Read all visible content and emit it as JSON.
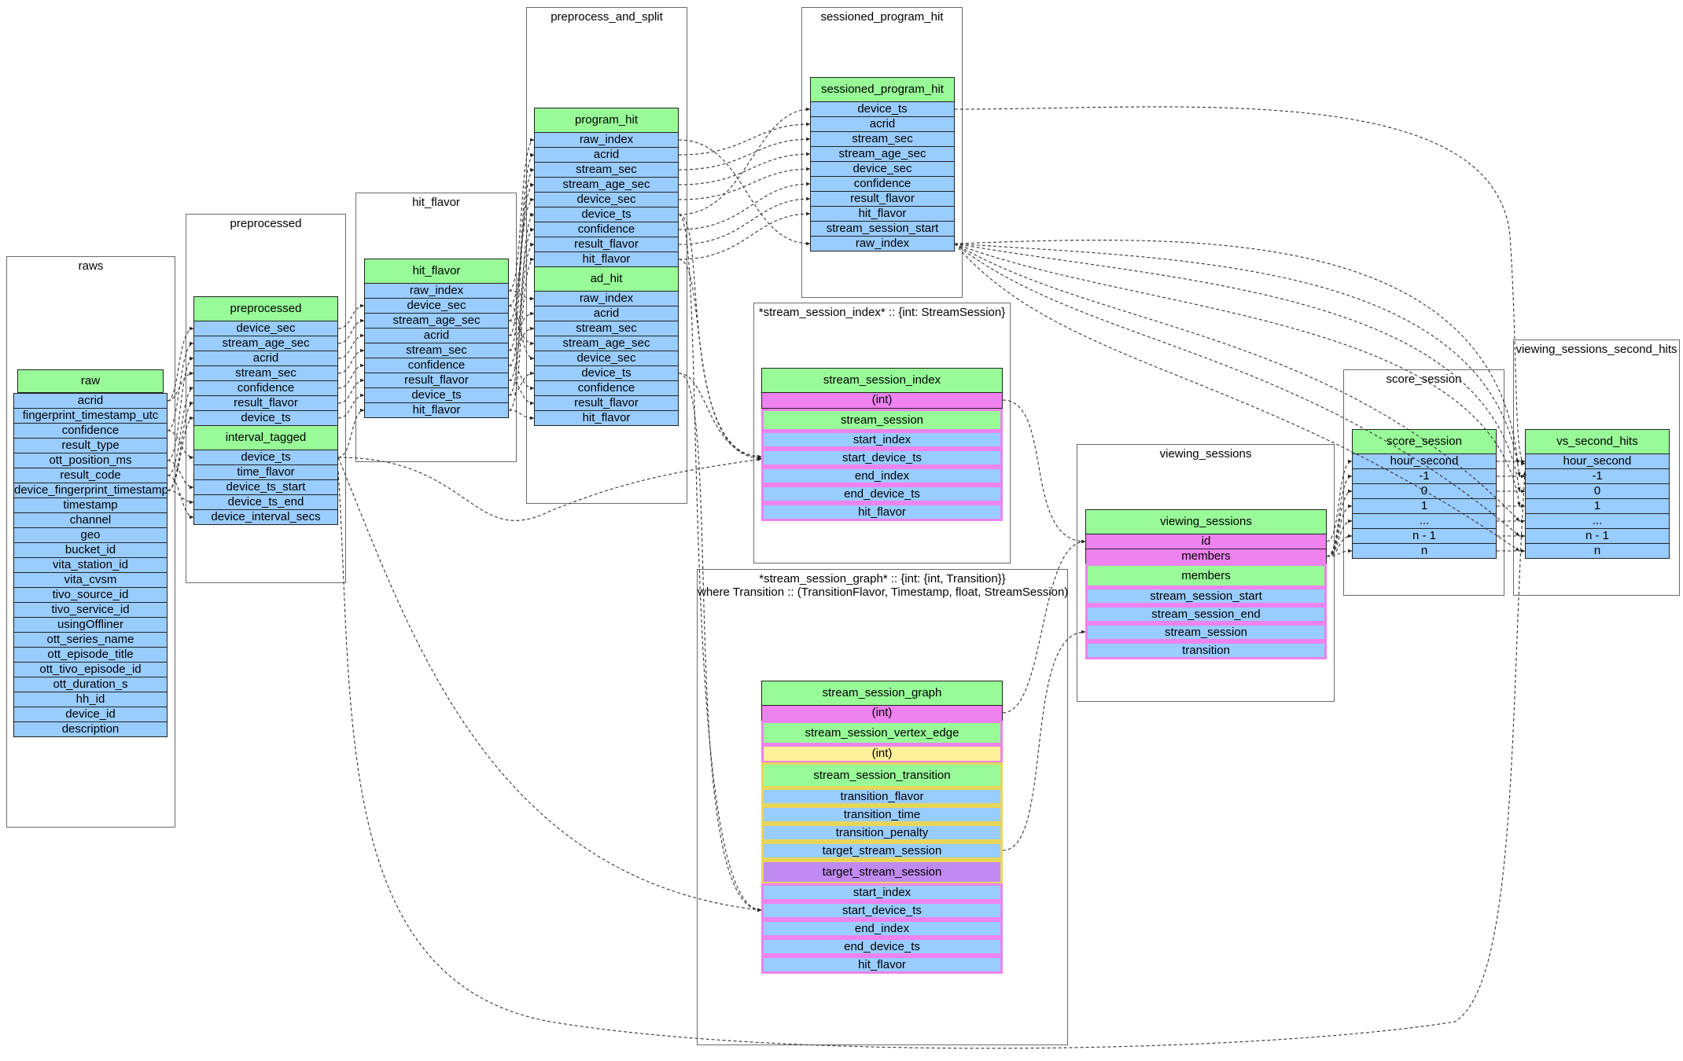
{
  "clusters": {
    "raws": "raws",
    "preprocessed": "preprocessed",
    "hit_flavor": "hit_flavor",
    "preprocess_and_split": "preprocess_and_split",
    "sessioned_program_hit": "sessioned_program_hit",
    "stream_session_index": "*stream_session_index* :: {int: StreamSession}",
    "stream_session_graph": "*stream_session_graph* :: {int: {int, Transition}}\nwhere Transition :: (TransitionFlavor, Timestamp, float, StreamSession)",
    "viewing_sessions": "viewing_sessions",
    "score_session": "score_session",
    "viewing_sessions_second_hits": "viewing_sessions_second_hits"
  },
  "tables": {
    "raw": {
      "title": "raw",
      "fields": [
        "acrid",
        "fingerprint_timestamp_utc",
        "confidence",
        "result_type",
        "ott_position_ms",
        "result_code",
        "device_fingerprint_timestamp",
        "timestamp",
        "channel",
        "geo",
        "bucket_id",
        "vita_station_id",
        "vita_cvsm",
        "tivo_source_id",
        "tivo_service_id",
        "usingOffliner",
        "ott_series_name",
        "ott_episode_title",
        "ott_tivo_episode_id",
        "ott_duration_s",
        "hh_id",
        "device_id",
        "description"
      ]
    },
    "preprocessed": {
      "title": "preprocessed",
      "fields": [
        "device_sec",
        "stream_age_sec",
        "acrid",
        "stream_sec",
        "confidence",
        "result_flavor",
        "device_ts"
      ]
    },
    "interval_tagged": {
      "title": "interval_tagged",
      "fields": [
        "device_ts",
        "time_flavor",
        "device_ts_start",
        "device_ts_end",
        "device_interval_secs"
      ]
    },
    "hit_flavor": {
      "title": "hit_flavor",
      "fields": [
        "raw_index",
        "device_sec",
        "stream_age_sec",
        "acrid",
        "stream_sec",
        "confidence",
        "result_flavor",
        "device_ts",
        "hit_flavor"
      ]
    },
    "program_hit": {
      "title": "program_hit",
      "fields": [
        "raw_index",
        "acrid",
        "stream_sec",
        "stream_age_sec",
        "device_sec",
        "device_ts",
        "confidence",
        "result_flavor",
        "hit_flavor"
      ]
    },
    "ad_hit": {
      "title": "ad_hit",
      "fields": [
        "raw_index",
        "acrid",
        "stream_sec",
        "stream_age_sec",
        "device_sec",
        "device_ts",
        "confidence",
        "result_flavor",
        "hit_flavor"
      ]
    },
    "sessioned_program_hit": {
      "title": "sessioned_program_hit",
      "fields": [
        "device_ts",
        "acrid",
        "stream_sec",
        "stream_age_sec",
        "device_sec",
        "confidence",
        "result_flavor",
        "hit_flavor",
        "stream_session_start",
        "raw_index"
      ]
    },
    "stream_session_index": {
      "title": "stream_session_index",
      "key": "(int)",
      "sub_title": "stream_session",
      "fields": [
        "start_index",
        "start_device_ts",
        "end_index",
        "end_device_ts",
        "hit_flavor"
      ]
    },
    "stream_session_graph": {
      "title": "stream_session_graph",
      "key": "(int)",
      "vertex_edge": "stream_session_vertex_edge",
      "vertex_key": "(int)",
      "transition": "stream_session_transition",
      "transition_fields": [
        "transition_flavor",
        "transition_time",
        "transition_penalty",
        "target_stream_session"
      ],
      "target": "target_stream_session",
      "target_fields": [
        "start_index",
        "start_device_ts",
        "end_index",
        "end_device_ts",
        "hit_flavor"
      ]
    },
    "viewing_sessions": {
      "title": "viewing_sessions",
      "keys": [
        "id",
        "members"
      ],
      "sub_title": "members",
      "fields": [
        "stream_session_start",
        "stream_session_end",
        "stream_session",
        "transition"
      ]
    },
    "score_session": {
      "title": "score_session",
      "fields": [
        "hour_second",
        "-1",
        "0",
        "1",
        "...",
        "n - 1",
        "n"
      ]
    },
    "vs_second_hits": {
      "title": "vs_second_hits",
      "fields": [
        "hour_second",
        "-1",
        "0",
        "1",
        "...",
        "n - 1",
        "n"
      ]
    }
  },
  "colors": {
    "header": "#98fb98",
    "field": "#99ccff",
    "key": "#ee82ee",
    "vertex_key": "#fff09a",
    "target_header": "#c08af0",
    "edge": "#333333"
  }
}
